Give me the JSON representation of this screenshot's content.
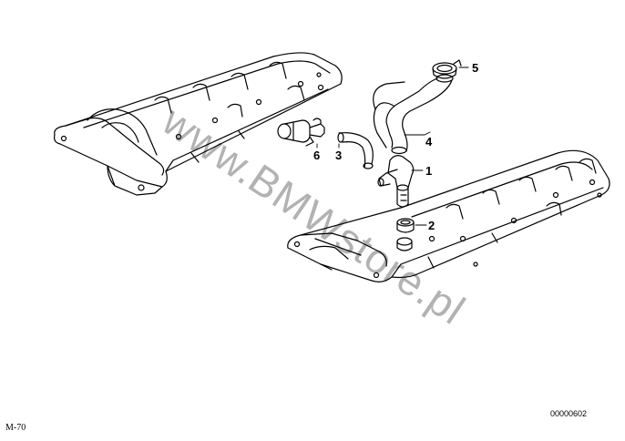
{
  "watermark": "www.BMWstore.pl",
  "model_code": "M-70",
  "catalog_code": "00000602",
  "callouts": [
    {
      "label": "1"
    },
    {
      "label": "2"
    },
    {
      "label": "3"
    },
    {
      "label": "4"
    },
    {
      "label": "5"
    },
    {
      "label": "6"
    }
  ],
  "colors": {
    "line": "#000000",
    "background": "#ffffff",
    "watermark": "#b3b3b3"
  }
}
